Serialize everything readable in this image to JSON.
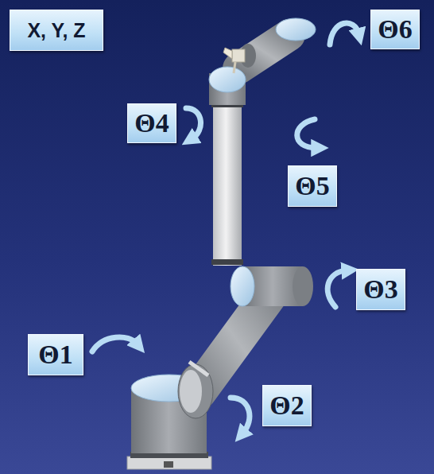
{
  "diagram": {
    "nodes": [
      {
        "text": [
          "X, Y, Z"
        ]
      },
      {
        "text": [
          "Θ6"
        ]
      },
      {
        "text": [
          "Θ4"
        ]
      },
      {
        "text": [
          "Θ5"
        ]
      },
      {
        "text": [
          "Θ3"
        ]
      },
      {
        "text": [
          "Θ1"
        ]
      },
      {
        "text": [
          "Θ2"
        ]
      }
    ]
  }
}
